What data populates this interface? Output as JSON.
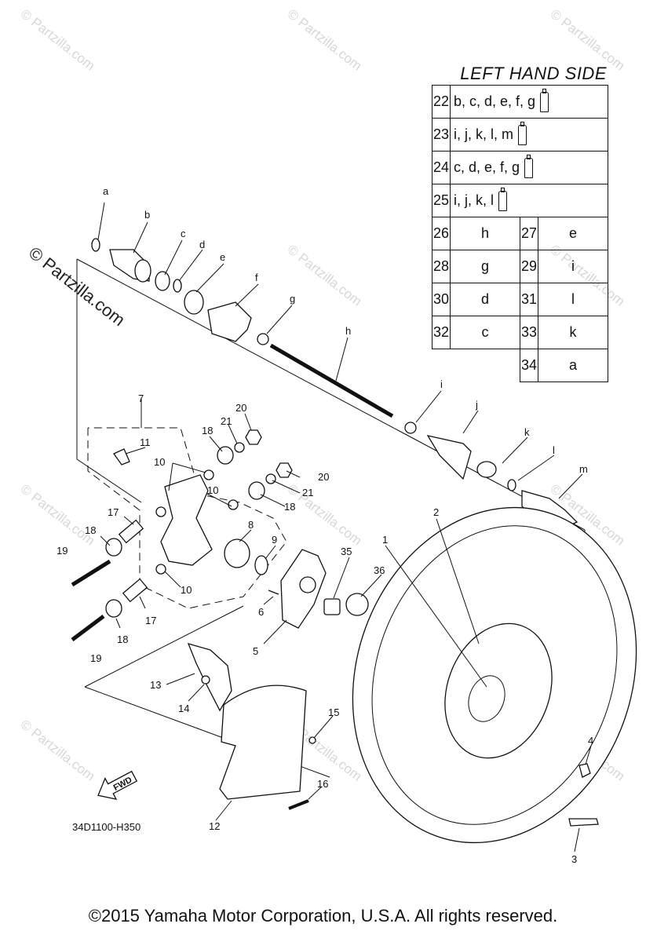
{
  "legend": {
    "title": "LEFT HAND SIDE",
    "rows": [
      {
        "num": "22",
        "letters": "b, c, d, e, f, g",
        "icon": "grease-tube-icon"
      },
      {
        "num": "23",
        "letters": "i, j, k, l, m",
        "icon": "grease-tube-icon"
      },
      {
        "num": "24",
        "letters": "c, d, e, f, g",
        "icon": "grease-tube-icon"
      },
      {
        "num": "25",
        "letters": "i, j, k, l",
        "icon": "grease-tube-icon"
      }
    ],
    "pairs": [
      {
        "num_a": "26",
        "val_a": "h",
        "num_b": "27",
        "val_b": "e"
      },
      {
        "num_a": "28",
        "val_a": "g",
        "num_b": "29",
        "val_b": "i"
      },
      {
        "num_a": "30",
        "val_a": "d",
        "num_b": "31",
        "val_b": "l"
      },
      {
        "num_a": "32",
        "val_a": "c",
        "num_b": "33",
        "val_b": "k"
      },
      {
        "num_a": "",
        "val_a": "",
        "num_b": "34",
        "val_b": "a"
      }
    ]
  },
  "callouts": {
    "a": "a",
    "b": "b",
    "c": "c",
    "d": "d",
    "e": "e",
    "f": "f",
    "g": "g",
    "h": "h",
    "i": "i",
    "j": "j",
    "k": "k",
    "l": "l",
    "m": "m",
    "n1": "1",
    "n2": "2",
    "n3": "3",
    "n4": "4",
    "n5": "5",
    "n6": "6",
    "n7": "7",
    "n8": "8",
    "n9": "9",
    "n10a": "10",
    "n10b": "10",
    "n10c": "10",
    "n11": "11",
    "n12": "12",
    "n13": "13",
    "n14": "14",
    "n15": "15",
    "n16": "16",
    "n17a": "17",
    "n17b": "17",
    "n18a": "18",
    "n18b": "18",
    "n18c": "18",
    "n18d": "18",
    "n19a": "19",
    "n19b": "19",
    "n20a": "20",
    "n20b": "20",
    "n21a": "21",
    "n21b": "21",
    "n35": "35",
    "n36": "36"
  },
  "fwd_label": "FWD",
  "diagram_code": "34D1100-H350",
  "watermark": "© Partzilla.com",
  "copyright": "©2015  Yamaha Motor Corporation, U.S.A. All rights reserved."
}
